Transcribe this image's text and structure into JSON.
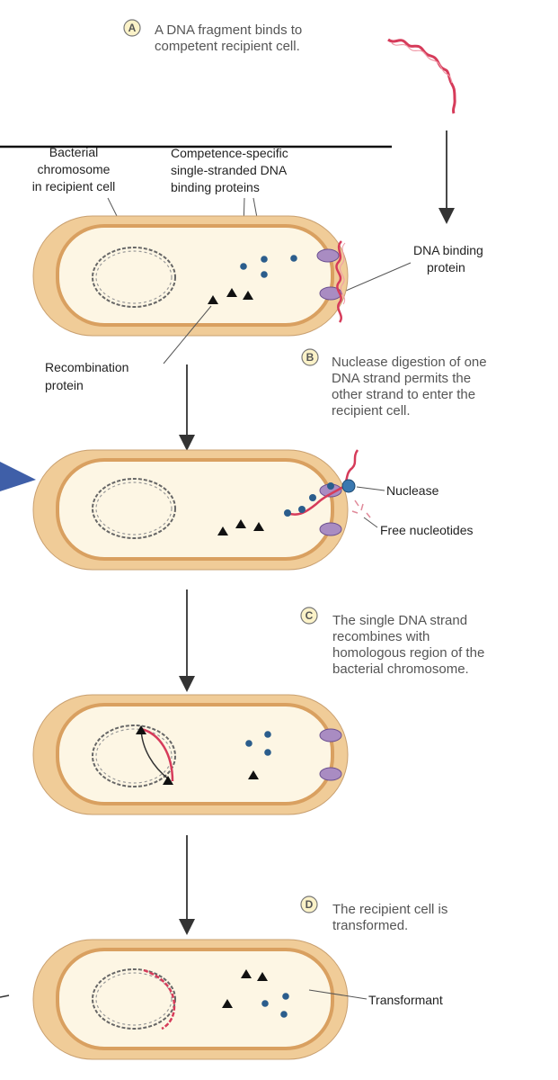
{
  "colors": {
    "cell_outer": "#f0cc98",
    "cell_inner": "#fdf6e4",
    "membrane": "#d9a060",
    "dna_red": "#d63b5a",
    "protein_purple": "#a98cc2",
    "dot_blue": "#2b5d8c",
    "step_circle": "#fbf2c8"
  },
  "steps": [
    {
      "letter": "A",
      "lines": [
        "A DNA fragment binds to",
        "competent recipient cell."
      ]
    },
    {
      "letter": "B",
      "lines": [
        "Nuclease digestion of one",
        "DNA strand permits the",
        "other strand to enter the",
        "recipient cell."
      ]
    },
    {
      "letter": "C",
      "lines": [
        "The single DNA strand",
        "recombines with",
        "homologous region of the",
        "bacterial chromosome."
      ]
    },
    {
      "letter": "D",
      "lines": [
        "The recipient cell is",
        "transformed."
      ]
    }
  ],
  "labels": {
    "chromosome": [
      "Bacterial",
      "chromosome",
      "in recipient cell"
    ],
    "competence": [
      "Competence-specific",
      "single-stranded DNA",
      "binding proteins"
    ],
    "dna_binding": [
      "DNA binding",
      "protein"
    ],
    "recombination": [
      "Recombination",
      "protein"
    ],
    "nuclease": "Nuclease",
    "free_nucleotides": "Free nucleotides",
    "transformant": "Transformant"
  }
}
